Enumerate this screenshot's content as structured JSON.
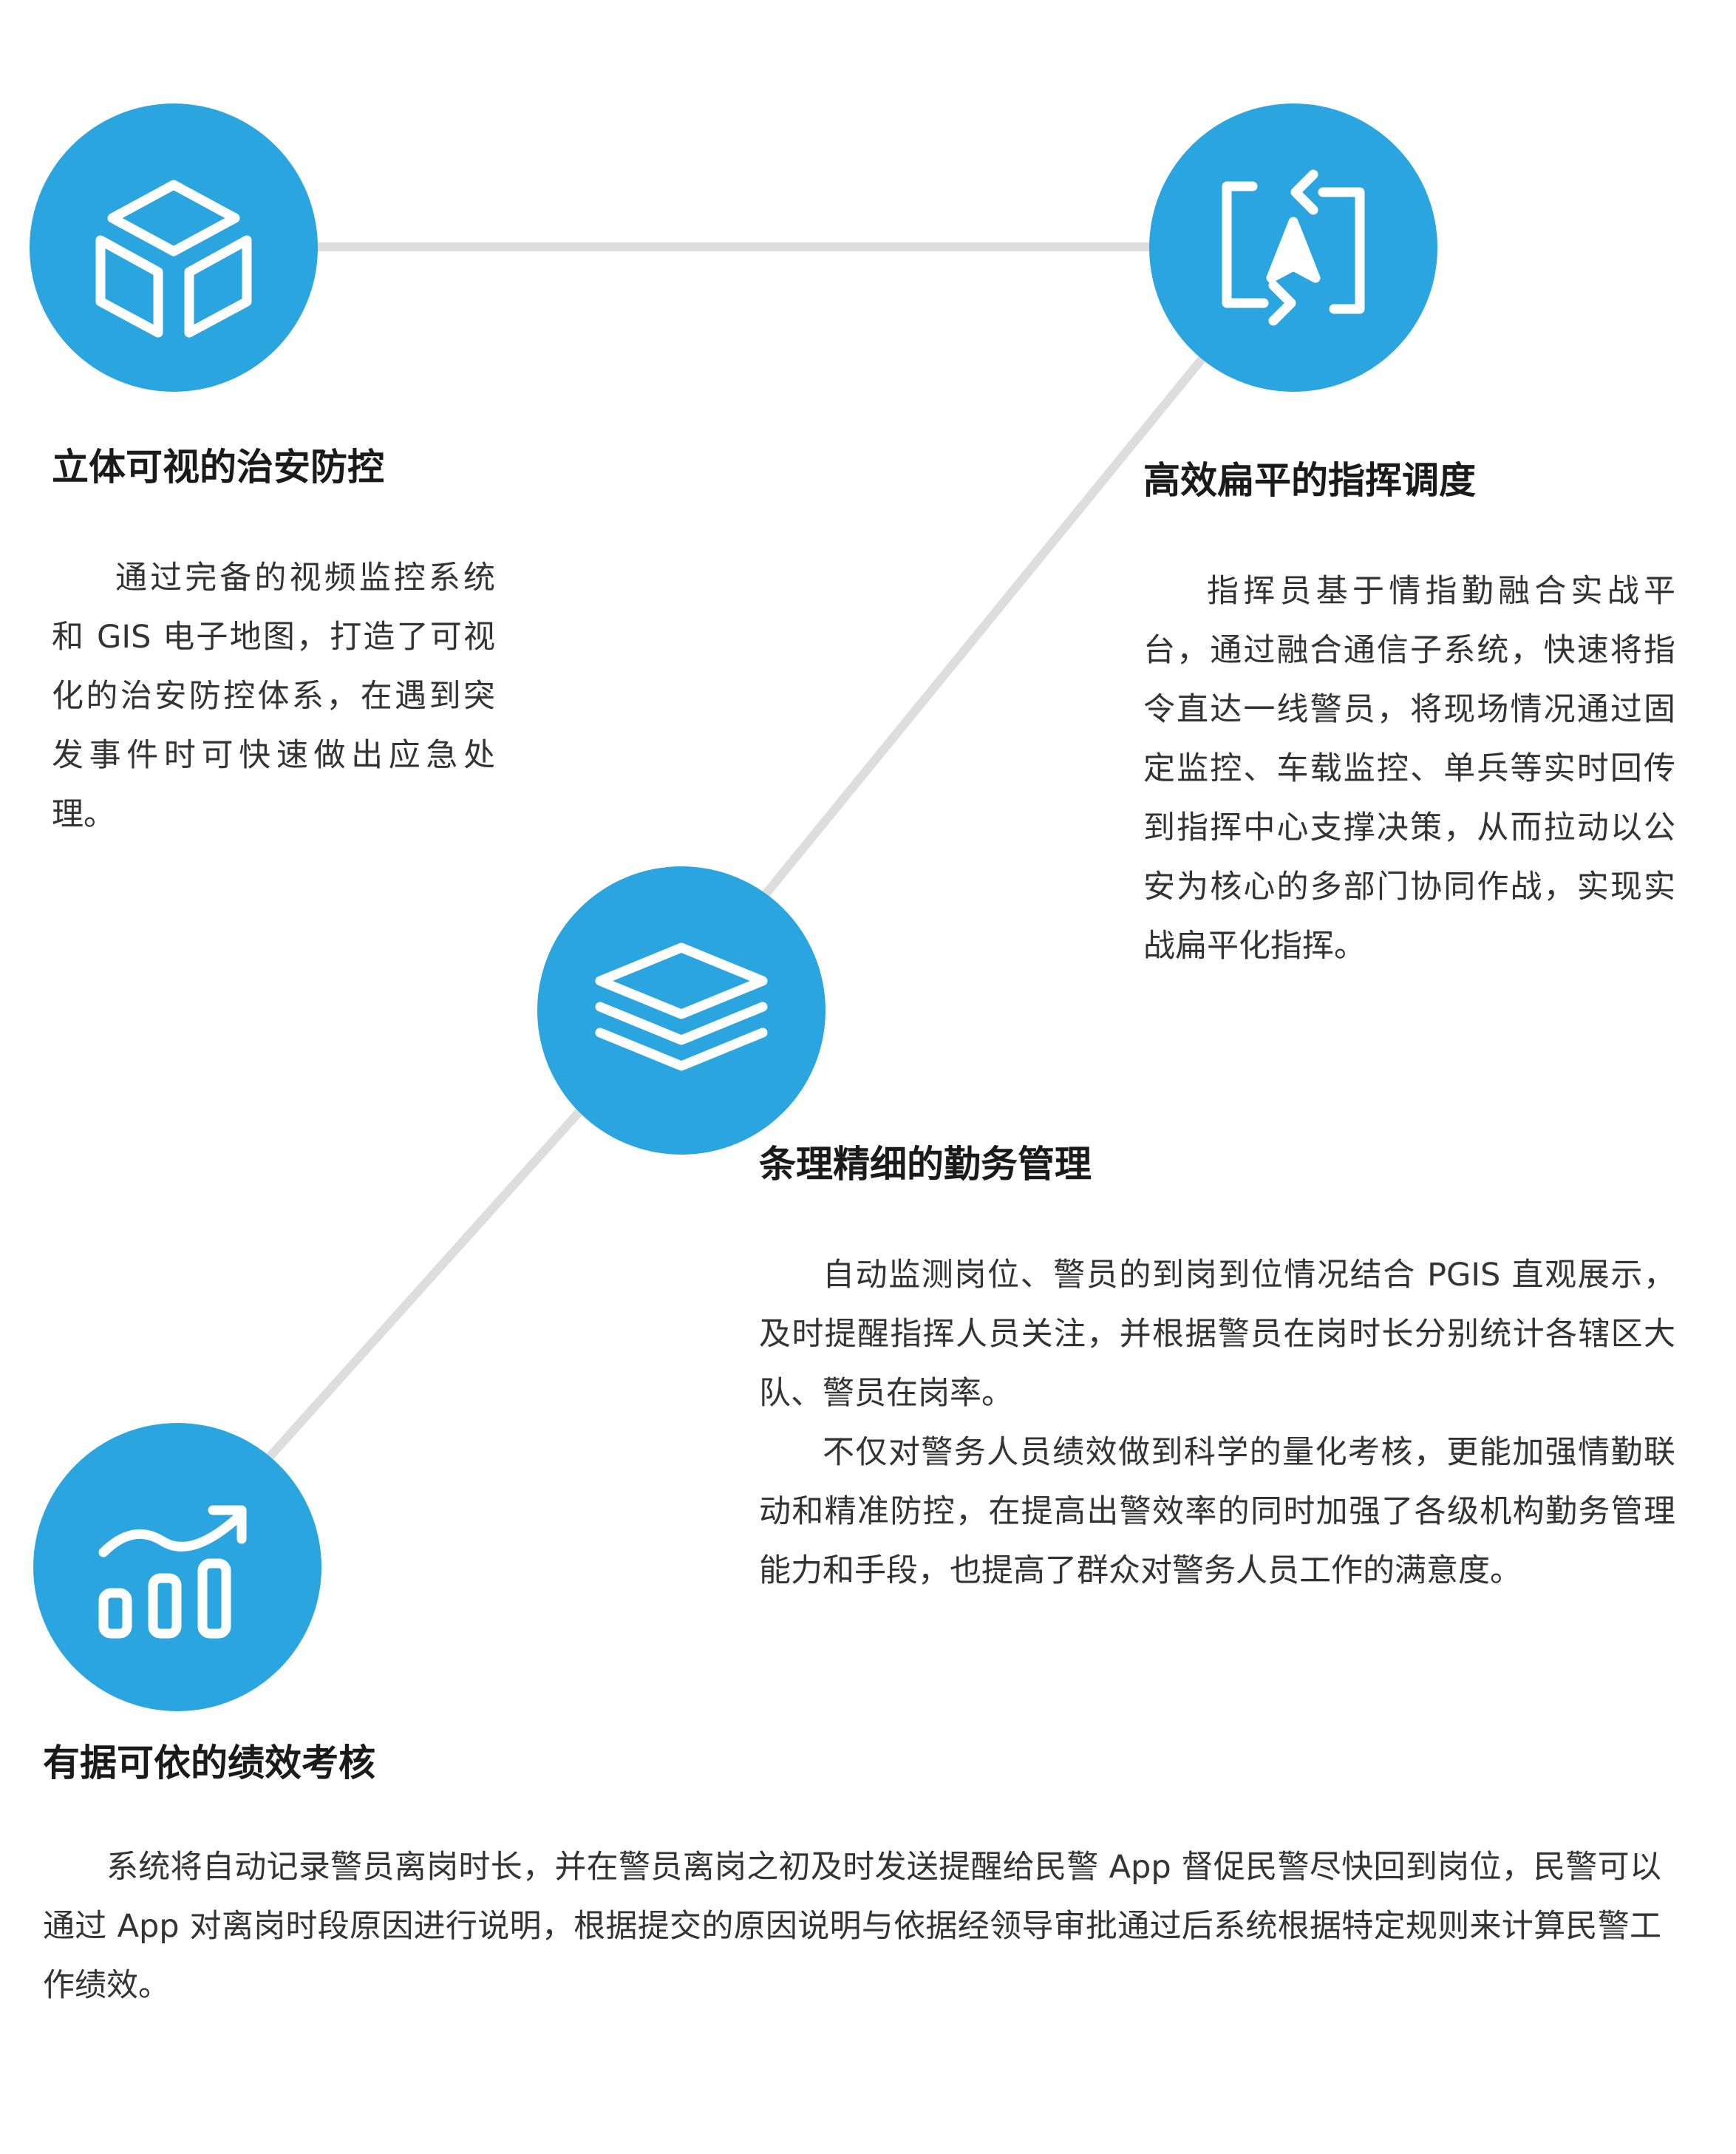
{
  "theme": {
    "accent": "#2BA5E0",
    "connector": "#DDDDDD",
    "title_color": "#1a1a1a",
    "body_color": "#333333"
  },
  "nodes": [
    {
      "icon": "cube-icon",
      "title": "立体可视的治安防控",
      "paragraphs": [
        "通过完备的视频监控系统和 GIS 电子地图，打造了可视化的治安防控体系，在遇到突发事件时可快速做出应急处理。"
      ]
    },
    {
      "icon": "command-dispatch-icon",
      "title": "高效扁平的指挥调度",
      "paragraphs": [
        "指挥员基于情指勤融合实战平台，通过融合通信子系统，快速将指令直达一线警员，将现场情况通过固定监控、车载监控、单兵等实时回传到指挥中心支撑决策，从而拉动以公安为核心的多部门协同作战，实现实战扁平化指挥。"
      ]
    },
    {
      "icon": "layers-icon",
      "title": "条理精细的勤务管理",
      "paragraphs": [
        "自动监测岗位、警员的到岗到位情况结合 PGIS 直观展示，及时提醒指挥人员关注，并根据警员在岗时长分别统计各辖区大队、警员在岗率。",
        "不仅对警务人员绩效做到科学的量化考核，更能加强情勤联动和精准防控，在提高出警效率的同时加强了各级机构勤务管理能力和手段，也提高了群众对警务人员工作的满意度。"
      ]
    },
    {
      "icon": "growth-chart-icon",
      "title": "有据可依的绩效考核",
      "paragraphs": [
        "系统将自动记录警员离岗时长，并在警员离岗之初及时发送提醒给民警 App 督促民警尽快回到岗位，民警可以通过 App 对离岗时段原因进行说明，根据提交的原因说明与依据经领导审批通过后系统根据特定规则来计算民警工作绩效。"
      ]
    }
  ]
}
